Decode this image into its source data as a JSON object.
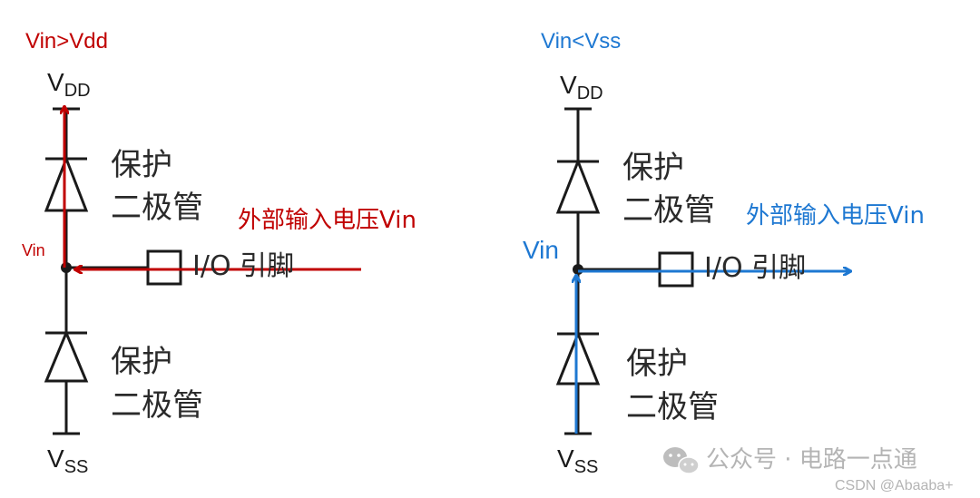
{
  "left_panel": {
    "condition": "Vin>Vdd",
    "vdd_main": "V",
    "vdd_sub": "DD",
    "vss_main": "V",
    "vss_sub": "SS",
    "diode_top_line1": "保护",
    "diode_top_line2": "二极管",
    "diode_bottom_line1": "保护",
    "diode_bottom_line2": "二极管",
    "io_label": "I/O 引脚",
    "node_label": "Vin",
    "input_label": "外部输入电压Vin"
  },
  "right_panel": {
    "condition": "Vin<Vss",
    "vdd_main": "V",
    "vdd_sub": "DD",
    "vss_main": "V",
    "vss_sub": "SS",
    "diode_top_line1": "保护",
    "diode_top_line2": "二极管",
    "diode_bottom_line1": "保护",
    "diode_bottom_line2": "二极管",
    "io_label": "I/O 引脚",
    "node_label": "Vin",
    "input_label": "外部输入电压Vin"
  },
  "watermark": {
    "channel": "公众号 · 电路一点通",
    "credit": "CSDN @Abaaba+"
  },
  "colors": {
    "left_accent": "#c00000",
    "right_accent": "#1e78d2",
    "wire": "#1a1a1a",
    "watermark": "#b4b4b4"
  }
}
